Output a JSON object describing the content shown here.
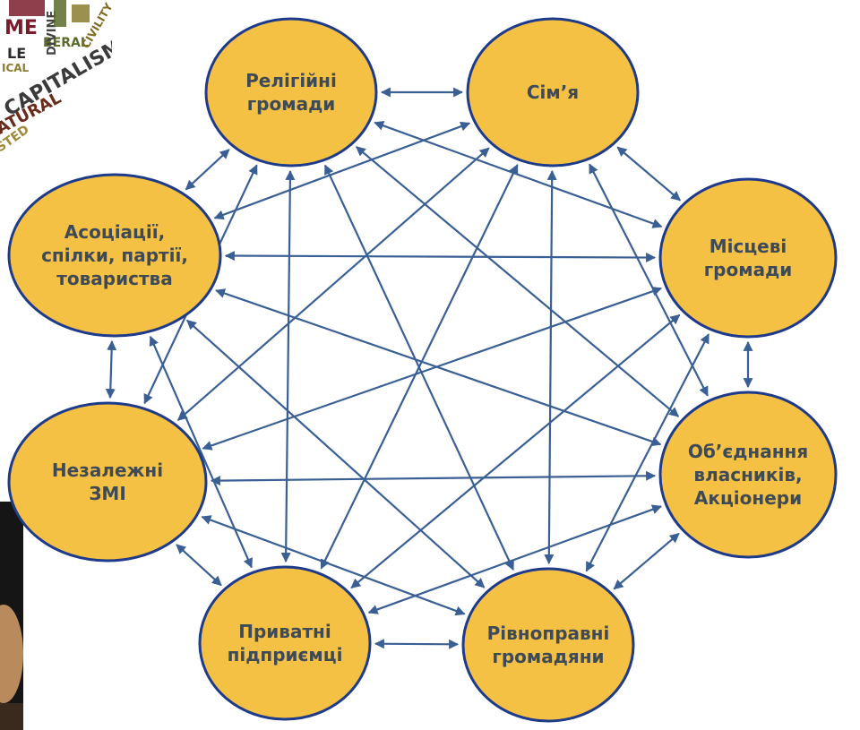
{
  "colors": {
    "node_fill": "#f4c145",
    "node_stroke": "#1e3a8a",
    "arrow": "#3a5f94",
    "label": "#3f4a57"
  },
  "nodes": [
    {
      "id": "religious",
      "lines": [
        "Релігійні",
        "громади"
      ]
    },
    {
      "id": "family",
      "lines": [
        "Сім’я"
      ]
    },
    {
      "id": "local",
      "lines": [
        "Місцеві",
        "громади"
      ]
    },
    {
      "id": "owners",
      "lines": [
        "Об’єднання",
        "власників,",
        "Акціонери"
      ]
    },
    {
      "id": "citizens",
      "lines": [
        "Рівноправні",
        "громадяни"
      ]
    },
    {
      "id": "entrepreneurs",
      "lines": [
        "Приватні",
        "підприємці"
      ]
    },
    {
      "id": "media",
      "lines": [
        "Незалежні",
        "ЗМІ"
      ]
    },
    {
      "id": "associations",
      "lines": [
        "Асоціації,",
        "спілки, партії,",
        "товариства"
      ]
    }
  ],
  "wordcloud": {
    "words": [
      "ME",
      "BERAL",
      "LE",
      "ICAL",
      "CAPITALISM",
      "ATURAL",
      "STED",
      "DIVINE",
      "CIVILITY"
    ]
  }
}
